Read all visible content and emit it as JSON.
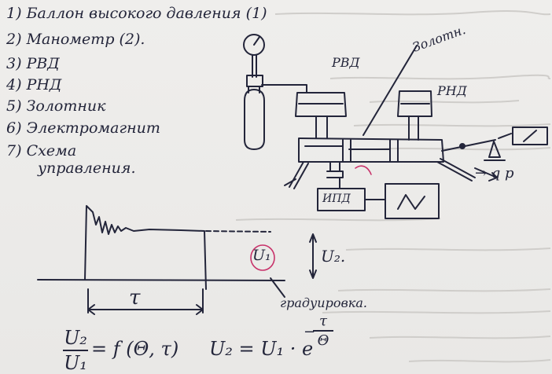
{
  "colors": {
    "ink": "#23253a",
    "paper": "#ecebe9",
    "bleed": "#c9c7c4",
    "highlight": "#c8326a"
  },
  "list": [
    {
      "num": "1)",
      "text": "Баллон высокого давления (1)"
    },
    {
      "num": "2)",
      "text": "Манометр (2)."
    },
    {
      "num": "3)",
      "text": "РВД"
    },
    {
      "num": "4)",
      "text": "РНД"
    },
    {
      "num": "5)",
      "text": "Золотник"
    },
    {
      "num": "6)",
      "text": "Электромагнит"
    },
    {
      "num": "7)",
      "text": "Схема"
    },
    {
      "num": "",
      "text": "управления."
    }
  ],
  "diagram": {
    "rvd": "РВД",
    "rnd": "РНД",
    "zolotnik": "Золотн.",
    "ipd": "ИПД",
    "arrow_label": "→ q p"
  },
  "graph": {
    "tau": "τ",
    "u1": "U₁",
    "u2": "U₂.",
    "gradation": "градуировка."
  },
  "formulas": {
    "ratio_num": "U₂",
    "ratio_den": "U₁",
    "ratio_rhs": "= f (Θ, τ)",
    "u2": "U₂ = U₁ · e",
    "exp_num": "τ",
    "exp_den": "Θ"
  }
}
